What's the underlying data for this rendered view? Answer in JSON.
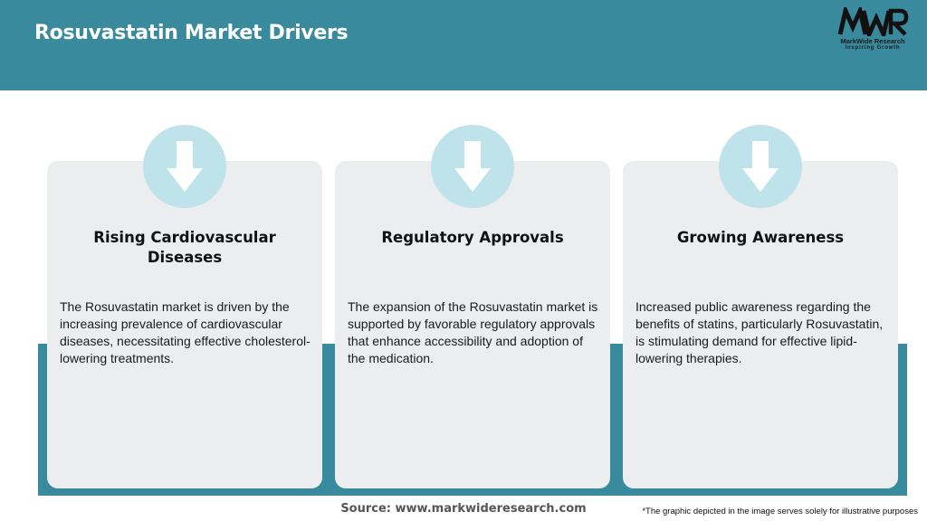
{
  "header": {
    "title": "Rosuvastatin Market Drivers",
    "logo": {
      "name": "MarkWide Research",
      "tagline": "Inspiring Growth",
      "mark": "MWR"
    }
  },
  "colors": {
    "header": "#3a8a9e",
    "card": "#ebedef",
    "icon_circle": "#bfe3ea",
    "accent_bar": "#3a8a9e"
  },
  "cards": [
    {
      "icon": "arrow-down-icon",
      "title": "Rising Cardiovascular Diseases",
      "body": "The Rosuvastatin market is driven by the increasing prevalence of cardiovascular diseases, necessitating effective cholesterol-lowering treatments."
    },
    {
      "icon": "arrow-down-icon",
      "title": "Regulatory Approvals",
      "body": "The expansion of the Rosuvastatin market is supported by favorable regulatory approvals that enhance accessibility and adoption of the medication."
    },
    {
      "icon": "arrow-down-icon",
      "title": "Growing Awareness",
      "body": "Increased public awareness regarding the benefits of statins, particularly Rosuvastatin, is stimulating demand for effective lipid-lowering therapies."
    }
  ],
  "footer": {
    "source": "Source: www.markwideresearch.com",
    "footnote": "*The graphic depicted in the image serves solely for illustrative purposes"
  }
}
